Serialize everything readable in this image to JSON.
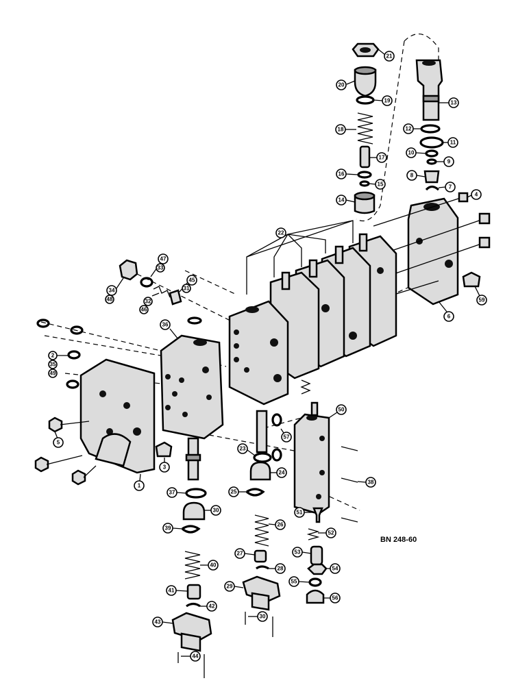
{
  "drawing_code": "BN 248-60",
  "callouts": [
    {
      "id": "c21",
      "label": "21"
    },
    {
      "id": "c20",
      "label": "20"
    },
    {
      "id": "c19",
      "label": "19"
    },
    {
      "id": "c18",
      "label": "18"
    },
    {
      "id": "c17",
      "label": "17"
    },
    {
      "id": "c16",
      "label": "16"
    },
    {
      "id": "c15",
      "label": "15"
    },
    {
      "id": "c14",
      "label": "14"
    },
    {
      "id": "c13",
      "label": "13"
    },
    {
      "id": "c12",
      "label": "12"
    },
    {
      "id": "c11",
      "label": "11"
    },
    {
      "id": "c10",
      "label": "10"
    },
    {
      "id": "c9",
      "label": "9"
    },
    {
      "id": "c8",
      "label": "8"
    },
    {
      "id": "c7",
      "label": "7"
    },
    {
      "id": "c4",
      "label": "4"
    },
    {
      "id": "c22",
      "label": "22"
    },
    {
      "id": "c47",
      "label": "47"
    },
    {
      "id": "c33",
      "label": "33"
    },
    {
      "id": "c34",
      "label": "34"
    },
    {
      "id": "c48",
      "label": "48"
    },
    {
      "id": "c45",
      "label": "45"
    },
    {
      "id": "c31",
      "label": "31"
    },
    {
      "id": "c32",
      "label": "32"
    },
    {
      "id": "c46",
      "label": "46"
    },
    {
      "id": "c59",
      "label": "59"
    },
    {
      "id": "c6",
      "label": "6"
    },
    {
      "id": "c36",
      "label": "36"
    },
    {
      "id": "c2",
      "label": "2"
    },
    {
      "id": "c35",
      "label": "35"
    },
    {
      "id": "c49",
      "label": "49"
    },
    {
      "id": "c5",
      "label": "5"
    },
    {
      "id": "c3",
      "label": "3"
    },
    {
      "id": "c1",
      "label": "1"
    },
    {
      "id": "c50",
      "label": "50"
    },
    {
      "id": "c57",
      "label": "57"
    },
    {
      "id": "c23",
      "label": "23"
    },
    {
      "id": "c24",
      "label": "24"
    },
    {
      "id": "c38",
      "label": "38"
    },
    {
      "id": "c37",
      "label": "37"
    },
    {
      "id": "c30b",
      "label": "30"
    },
    {
      "id": "c25",
      "label": "25"
    },
    {
      "id": "c51",
      "label": "51"
    },
    {
      "id": "c39",
      "label": "39"
    },
    {
      "id": "c26",
      "label": "26"
    },
    {
      "id": "c52",
      "label": "52"
    },
    {
      "id": "c27",
      "label": "27"
    },
    {
      "id": "c53",
      "label": "53"
    },
    {
      "id": "c28",
      "label": "28"
    },
    {
      "id": "c54a",
      "label": "54"
    },
    {
      "id": "c40",
      "label": "40"
    },
    {
      "id": "c55",
      "label": "55"
    },
    {
      "id": "c29",
      "label": "29"
    },
    {
      "id": "c56",
      "label": "56"
    },
    {
      "id": "c41",
      "label": "41"
    },
    {
      "id": "c42",
      "label": "42"
    },
    {
      "id": "c30",
      "label": "30"
    },
    {
      "id": "c43",
      "label": "43"
    },
    {
      "id": "c44",
      "label": "44"
    }
  ]
}
